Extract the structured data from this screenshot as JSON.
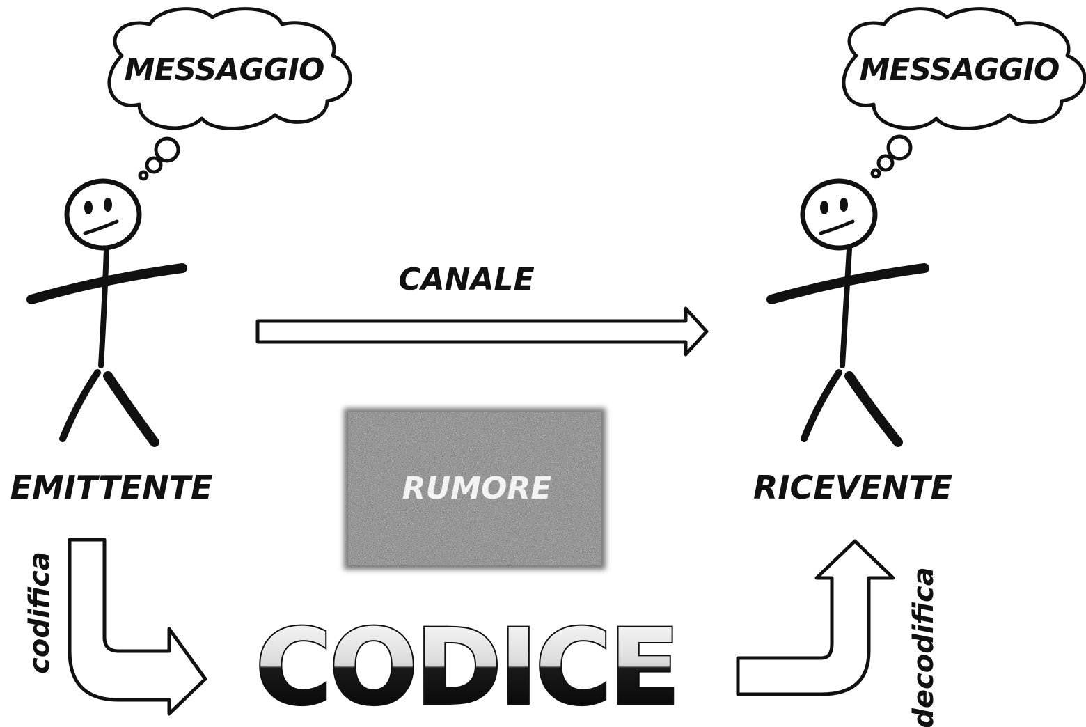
{
  "sender": {
    "thought": "MESSAGGIO",
    "label": "EMITTENTE",
    "encode_label": "codifica"
  },
  "receiver": {
    "thought": "MESSAGGIO",
    "label": "RICEVENTE",
    "decode_label": "decodifica"
  },
  "channel": {
    "label": "CANALE"
  },
  "noise": {
    "label": "RUMORE"
  },
  "code": {
    "label": "CODICE"
  },
  "colors": {
    "ink": "#111111",
    "background": "#ffffff",
    "noise_box": "#7a7a7a",
    "code_fill": "#ffffff"
  }
}
